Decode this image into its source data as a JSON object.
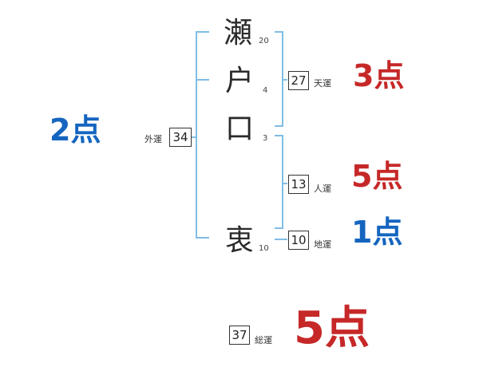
{
  "name_chars": [
    {
      "char": "瀬",
      "strokes": "20"
    },
    {
      "char": "户",
      "strokes": "4"
    },
    {
      "char": "口",
      "strokes": "3"
    },
    {
      "char": "衷",
      "strokes": "10"
    }
  ],
  "fortunes": {
    "gaiun": {
      "label": "外運",
      "value": "34",
      "score": "2点",
      "color": "#1565c0"
    },
    "tenun": {
      "label": "天運",
      "value": "27",
      "score": "3点",
      "color": "#c62828"
    },
    "jinun": {
      "label": "人運",
      "value": "13",
      "score": "5点",
      "color": "#c62828"
    },
    "chiun": {
      "label": "地運",
      "value": "10",
      "score": "1点",
      "color": "#1565c0"
    },
    "souun": {
      "label": "総運",
      "value": "37",
      "score": "5点",
      "color": "#c62828"
    }
  },
  "colors": {
    "bracket": "#7fbde6",
    "positive": "#c62828",
    "negative": "#1565c0"
  }
}
